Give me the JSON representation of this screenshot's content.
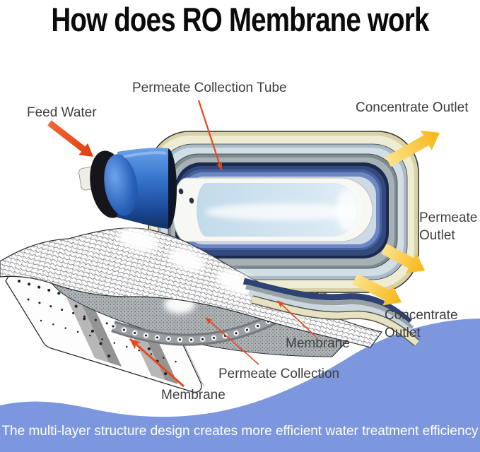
{
  "title": "How does RO Membrane work",
  "labels": {
    "feed_water": "Feed Water",
    "permeate_collection_tube": "Permeate Collection Tube",
    "concentrate_outlet_top": "Concentrate Outlet",
    "permeate_outlet_line1": "Permeate",
    "permeate_outlet_line2": "Outlet",
    "concentrate_outlet_bottom_line1": "Concentrate",
    "concentrate_outlet_bottom_line2": "Outlet",
    "membrane_right": "Membrane",
    "permeate_collection": "Permeate Collection",
    "membrane_left": "Membrane"
  },
  "banner": {
    "text": "The multi-layer structure design creates more efficient water treatment efficiency",
    "background": "#7d97de",
    "text_color": "#ffffff"
  },
  "colors": {
    "pointer_arrow_red": "#e8481c",
    "flow_arrow_yellow": "#f7b512",
    "shell_cream": "#efecd4",
    "shell_pale_blue": "#d2dee5",
    "shell_gray": "#a7b1b4",
    "shell_navy": "#32497c",
    "shell_blue": "#6d86c4",
    "housing_blue": "#2a63bb",
    "banner_blue": "#7d97de"
  }
}
